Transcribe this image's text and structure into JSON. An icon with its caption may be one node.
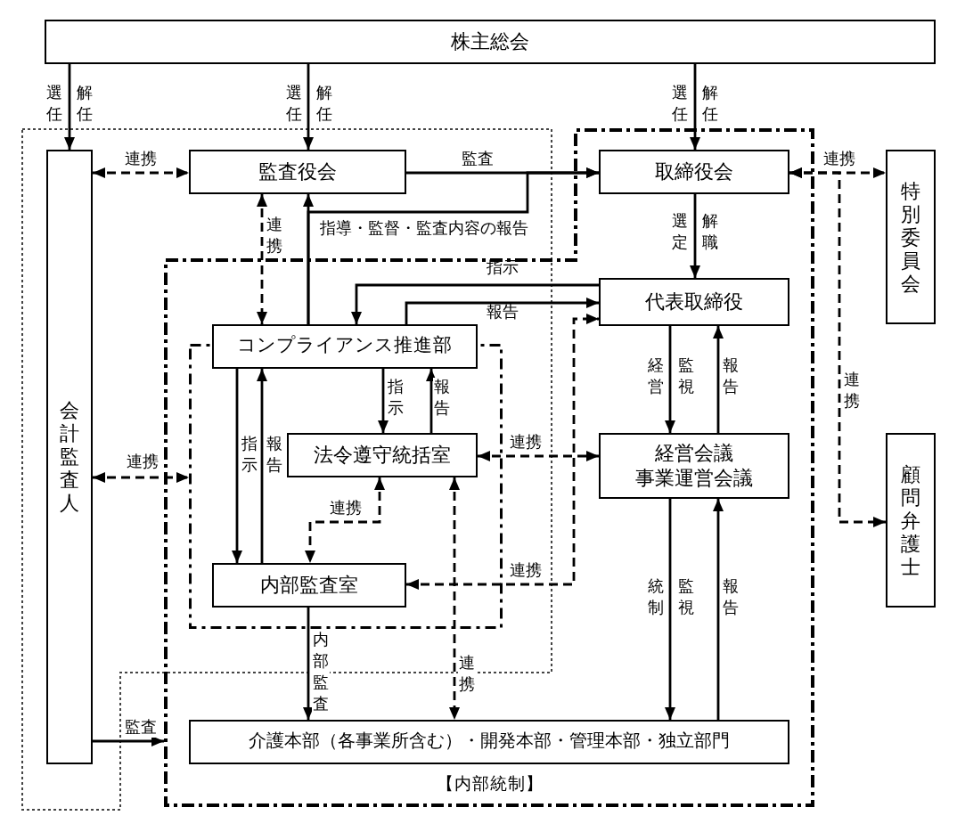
{
  "diagram": {
    "nodes": [
      {
        "text": [
          "株主総会"
        ]
      },
      {
        "text": [
          "会計監査人"
        ]
      },
      {
        "text": [
          "監査役会"
        ]
      },
      {
        "text": [
          "【内部統制】"
        ]
      },
      {
        "text": [
          "取締役会"
        ],
        "in": 3
      },
      {
        "text": [
          "特別委員会"
        ]
      },
      {
        "text": [
          "代表取締役"
        ],
        "in": 3
      },
      {
        "text": [
          "コンプライアンス推進部"
        ],
        "in": 3
      },
      {
        "text": [],
        "shape": "box",
        "in": 3
      },
      {
        "text": [
          "法令遵守統括室"
        ],
        "in": 8
      },
      {
        "text": [
          "経営会議",
          "事業運営会議"
        ],
        "in": 3
      },
      {
        "text": [
          "顧問弁護士"
        ]
      },
      {
        "text": [
          "内部監査室"
        ],
        "in": 8
      },
      {
        "text": [
          "介護本部（各事業所含む）・開発本部・管理本部・独立部門"
        ],
        "in": 3
      }
    ],
    "edges": [
      {
        "from": 0,
        "to": 1,
        "arrow": "to",
        "label": "選任解任"
      },
      {
        "from": 0,
        "to": 2,
        "arrow": "to",
        "label": "選任解任"
      },
      {
        "from": 0,
        "to": 4,
        "arrow": "to",
        "label": "選任解任"
      },
      {
        "from": 1,
        "to": 2,
        "arrow": "both",
        "label": "連携",
        "style": "dashed"
      },
      {
        "from": 2,
        "to": 4,
        "arrow": "to",
        "label": "監査"
      },
      {
        "from": 4,
        "to": 5,
        "arrow": "both",
        "label": "連携",
        "style": "dashed"
      },
      {
        "from": 4,
        "to": 11,
        "arrow": "both",
        "label": "連携",
        "style": "dashed"
      },
      {
        "from": 4,
        "to": 6,
        "arrow": "to",
        "label": "選定解職"
      },
      {
        "from": 2,
        "to": 7,
        "arrow": "both",
        "label": "連携",
        "style": "dashed"
      },
      {
        "from": 7,
        "to": 2,
        "arrow": "to"
      },
      {
        "from": 7,
        "to": 4,
        "arrow": "to",
        "label": "指導・監督・監査内容の報告"
      },
      {
        "from": 6,
        "to": 7,
        "arrow": "to",
        "label": "指示"
      },
      {
        "from": 7,
        "to": 6,
        "arrow": "to",
        "label": "報告"
      },
      {
        "from": 1,
        "to": 8,
        "arrow": "both",
        "label": "連携",
        "style": "dashed"
      },
      {
        "from": 7,
        "to": 9,
        "arrow": "to",
        "label": "指示"
      },
      {
        "from": 9,
        "to": 7,
        "arrow": "to",
        "label": "報告"
      },
      {
        "from": 7,
        "to": 12,
        "arrow": "to",
        "label": "指示"
      },
      {
        "from": 12,
        "to": 7,
        "arrow": "to",
        "label": "報告"
      },
      {
        "from": 9,
        "to": 10,
        "arrow": "both",
        "label": "連携",
        "style": "dashed"
      },
      {
        "from": 6,
        "to": 10,
        "arrow": "to",
        "label": "経営監視"
      },
      {
        "from": 10,
        "to": 6,
        "arrow": "to",
        "label": "報告"
      },
      {
        "from": 9,
        "to": 12,
        "arrow": "both",
        "label": "連携",
        "style": "dashed"
      },
      {
        "from": 12,
        "to": 6,
        "arrow": "both",
        "label": "連携",
        "style": "dashed"
      },
      {
        "from": 9,
        "to": 13,
        "arrow": "both",
        "label": "連携",
        "style": "dashed"
      },
      {
        "from": 12,
        "to": 13,
        "arrow": "to",
        "label": "内部監査"
      },
      {
        "from": 10,
        "to": 13,
        "arrow": "to",
        "label": "統制監視"
      },
      {
        "from": 13,
        "to": 10,
        "arrow": "to",
        "label": "報告"
      },
      {
        "from": 1,
        "to": 3,
        "arrow": "to",
        "label": "監査"
      }
    ]
  }
}
